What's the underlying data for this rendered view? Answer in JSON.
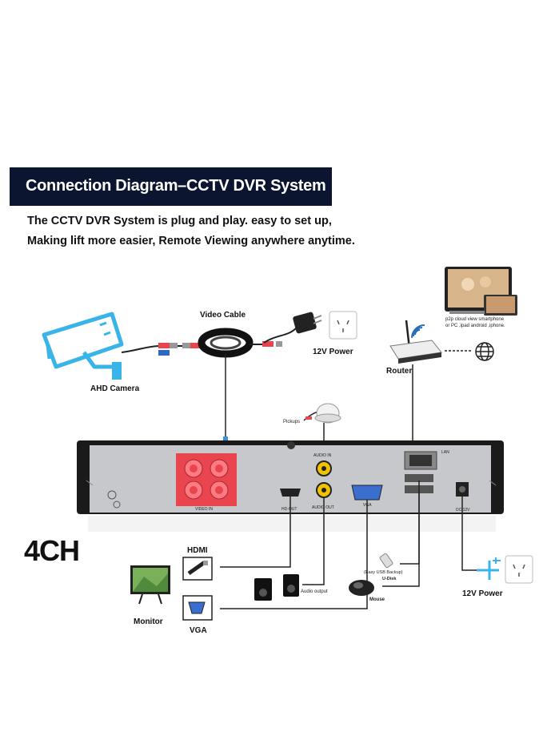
{
  "header": {
    "title": "Connection Diagram–CCTV DVR System",
    "subtitle_line1": "The CCTV DVR System is plug and play. easy to set up,",
    "subtitle_line2": "Making lift more easier, Remote Viewing anywhere anytime."
  },
  "labels": {
    "video_cable": "Video Cable",
    "power_top": "12V Power",
    "ahd_camera": "AHD Camera",
    "router": "Router",
    "p2p_line1": "p2p cloud view smartphone",
    "p2p_line2": "or PC ,ipad android ,iphone.",
    "pickups": "Pickups",
    "channels": "4CH",
    "hdmi": "HDMI",
    "vga": "VGA",
    "monitor": "Monitor",
    "audio_output": "Audio output",
    "udisk_line1": "(Easy USB Backup)",
    "udisk_line2": "U-Disk",
    "mouse": "Mouse",
    "power_right": "12V Power"
  },
  "panel_labels": {
    "video_in": "VIDEO IN",
    "audio_in": "AUDIO IN",
    "audio_out": "AUDIO OUT",
    "hd_out": "HD-OUT",
    "vga_port": "VGA",
    "dc_12v": "DC 12V",
    "lan": "LAN"
  },
  "colors": {
    "banner": "#0b1530",
    "camera_blue": "#39b4e8",
    "bnc_red": "#e8454f",
    "panel_gray": "#c6c8cb",
    "chassis": "#1a1a1a",
    "cable": "#333333"
  },
  "icons": [
    "camera-icon",
    "wall-socket-icon",
    "power-adapter-icon",
    "wifi-icon",
    "globe-icon",
    "microphone-icon",
    "speaker-icon",
    "mouse-icon",
    "usb-drive-icon",
    "hdmi-plug-icon",
    "vga-plug-icon",
    "monitor-icon",
    "dc-power-icon"
  ]
}
